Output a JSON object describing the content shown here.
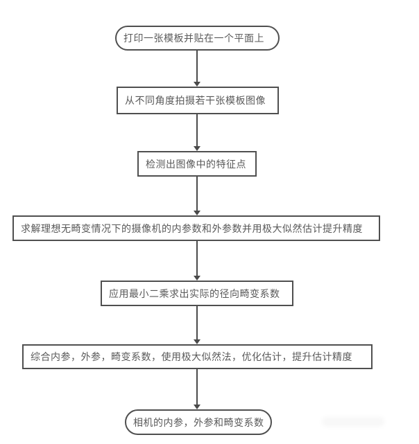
{
  "flowchart": {
    "nodes": [
      {
        "shape": "stadium",
        "label": "打印一张模板并贴在一个平面上"
      },
      {
        "shape": "rect",
        "label": "从不同角度拍摄若干张模板图像"
      },
      {
        "shape": "rect",
        "label": "检测出图像中的特征点"
      },
      {
        "shape": "rect",
        "label": "求解理想无畸变情况下的摄像机的内参数和外参数并用极大似然估计提升精度"
      },
      {
        "shape": "rect",
        "label": "应用最小二乘求出实际的径向畸变系数"
      },
      {
        "shape": "rect",
        "label": "综合内参，外参，畸变系数，使用极大似然法，优化估计，提升估计精度"
      },
      {
        "shape": "stadium",
        "label": "相机的内参，外参和畸变系数"
      }
    ],
    "colors": {
      "border": "#4f4f4f",
      "text": "#595959",
      "connector": "#4a4a4a",
      "background": "#ffffff"
    }
  }
}
